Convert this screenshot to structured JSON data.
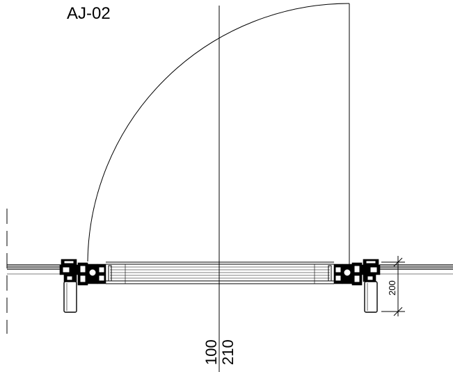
{
  "drawing": {
    "title": "AJ-02",
    "dimension_depth": "200",
    "center_labels": [
      "100",
      "210"
    ]
  }
}
